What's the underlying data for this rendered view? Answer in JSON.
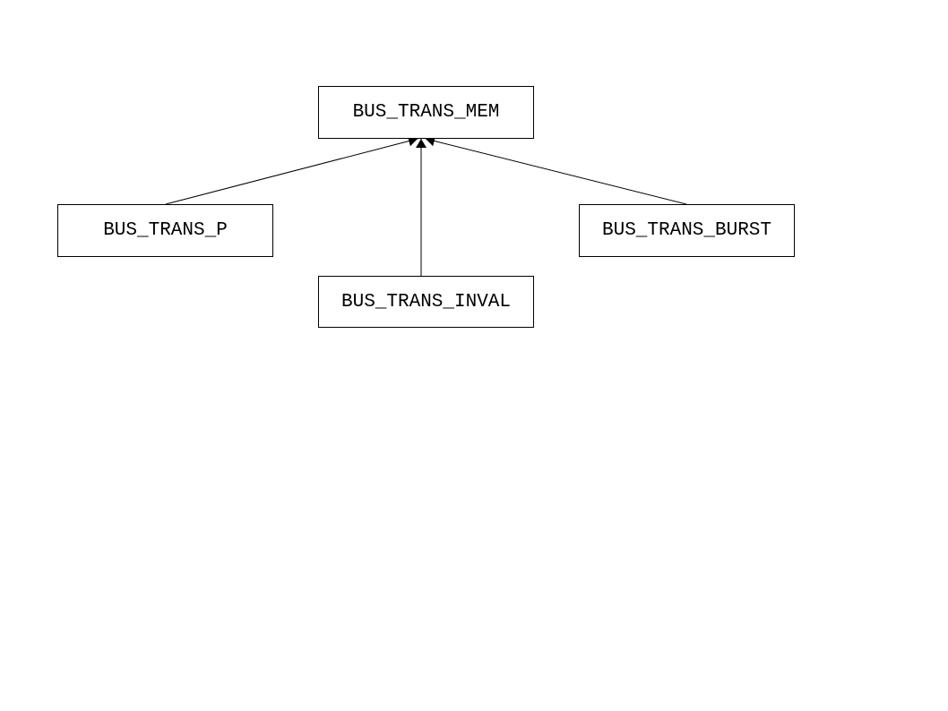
{
  "diagram": {
    "type": "inheritance",
    "parent": {
      "id": "mem",
      "label": "BUS_TRANS_MEM"
    },
    "children": [
      {
        "id": "p",
        "label": "BUS_TRANS_P"
      },
      {
        "id": "inval",
        "label": "BUS_TRANS_INVAL"
      },
      {
        "id": "burst",
        "label": "BUS_TRANS_BURST"
      }
    ],
    "edges": [
      {
        "from": "p",
        "to": "mem"
      },
      {
        "from": "inval",
        "to": "mem"
      },
      {
        "from": "burst",
        "to": "mem"
      }
    ],
    "colors": {
      "line": "#000000",
      "box_border": "#000000",
      "background": "#ffffff"
    }
  }
}
